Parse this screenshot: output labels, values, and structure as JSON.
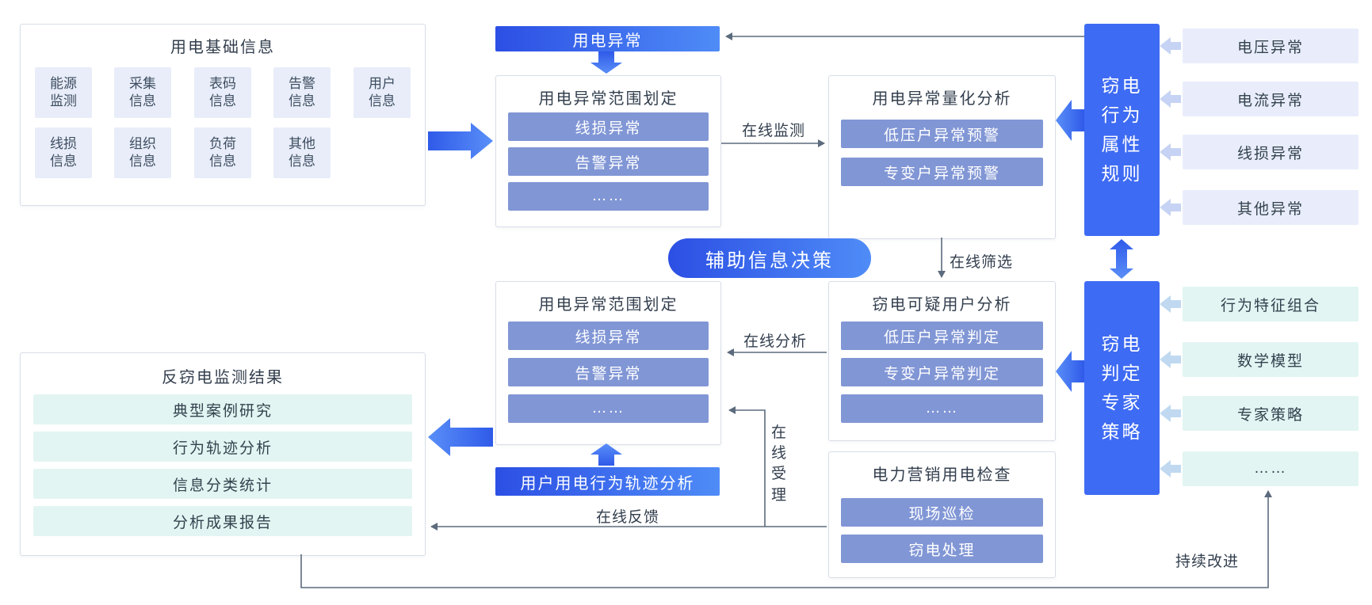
{
  "colors": {
    "accent_blue": "#3e6bf3",
    "gradient_from": "#2c4fe4",
    "gradient_to": "#4f8cf7",
    "bar_blue": "#8196d5",
    "lavender_bg": "#e8edf9",
    "mint_bg": "#e2f5f3",
    "line_gray": "#5c6b7d",
    "text_dark": "#333f4e"
  },
  "basic_info": {
    "title": "用电基础信息",
    "items": [
      "能源监测",
      "采集信息",
      "表码信息",
      "告警信息",
      "用户信息",
      "线损信息",
      "组织信息",
      "负荷信息",
      "其他信息"
    ]
  },
  "banners": {
    "anomaly": "用电异常",
    "decision": "辅助信息决策",
    "trajectory": "用户用电行为轨迹分析"
  },
  "scope1": {
    "title": "用电异常范围划定",
    "bars": [
      "线损异常",
      "告警异常",
      "……"
    ]
  },
  "quant": {
    "title": "用电异常量化分析",
    "bars": [
      "低压户异常预警",
      "专变户异常预警"
    ]
  },
  "suspect": {
    "title": "窃电可疑用户分析",
    "bars": [
      "低压户异常判定",
      "专变户异常判定",
      "……"
    ]
  },
  "scope2": {
    "title": "用电异常范围划定",
    "bars": [
      "线损异常",
      "告警异常",
      "……"
    ]
  },
  "inspection": {
    "title": "电力营销用电检查",
    "bars": [
      "现场巡检",
      "窃电处理"
    ]
  },
  "results": {
    "title": "反窃电监测结果",
    "rows": [
      "典型案例研究",
      "行为轨迹分析",
      "信息分类统计",
      "分析成果报告"
    ]
  },
  "rules_box": {
    "lines": [
      "窃电",
      "行为",
      "属性",
      "规则"
    ],
    "items": [
      "电压异常",
      "电流异常",
      "线损异常",
      "其他异常"
    ]
  },
  "expert_box": {
    "lines": [
      "窃电",
      "判定",
      "专家",
      "策略"
    ],
    "items": [
      "行为特征组合",
      "数学模型",
      "专家策略",
      "……"
    ]
  },
  "edge_labels": {
    "monitor": "在线监测",
    "filter": "在线筛选",
    "analyze": "在线分析",
    "accept": "在线受理",
    "feedback": "在线反馈",
    "improve": "持续改进"
  }
}
